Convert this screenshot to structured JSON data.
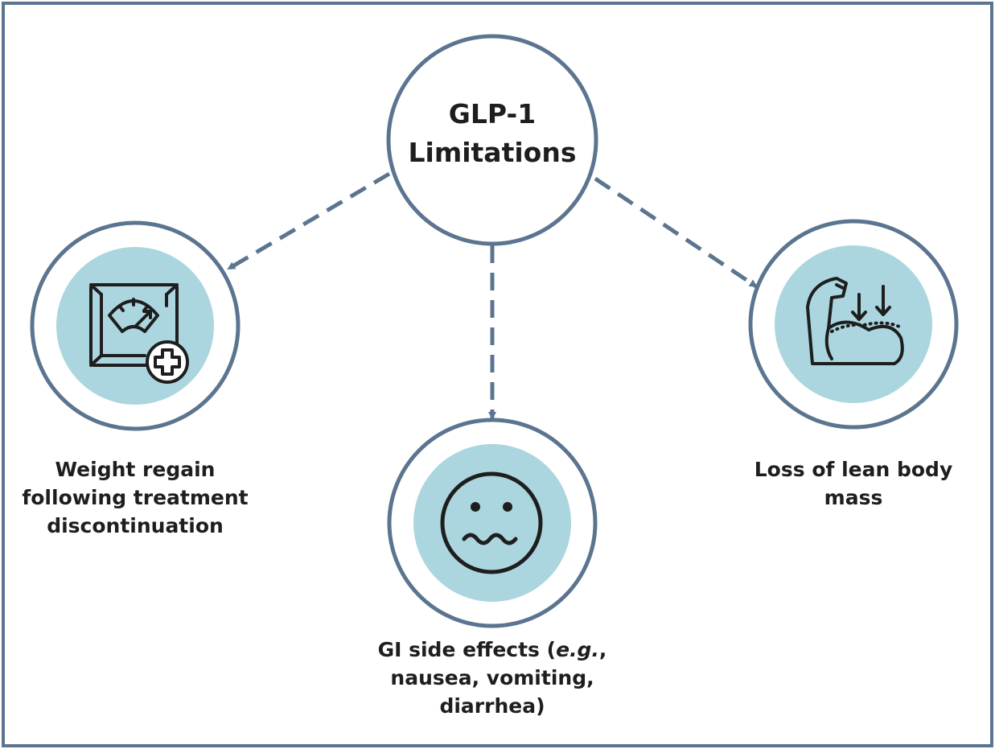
{
  "center": {
    "title_line1": "GLP-1",
    "title_line2": "Limitations"
  },
  "nodes": {
    "weight": {
      "line1": "Weight regain",
      "line2": "following treatment",
      "line3": "discontinuation",
      "icon": "weight-scale-plus-icon"
    },
    "gi": {
      "line1_prefix": "GI side effects (",
      "line1_italic": "e.g.",
      "line1_suffix": ",",
      "line2": "nausea, vomiting,",
      "line3": "diarrhea)",
      "icon": "queasy-face-icon"
    },
    "muscle": {
      "line1": "Loss of lean body",
      "line2": "mass",
      "icon": "flexed-arm-muscle-loss-icon"
    }
  },
  "colors": {
    "border": "#5b7590",
    "fill": "#acd6df",
    "ink": "#1e1e1e",
    "background": "#ffffff"
  }
}
